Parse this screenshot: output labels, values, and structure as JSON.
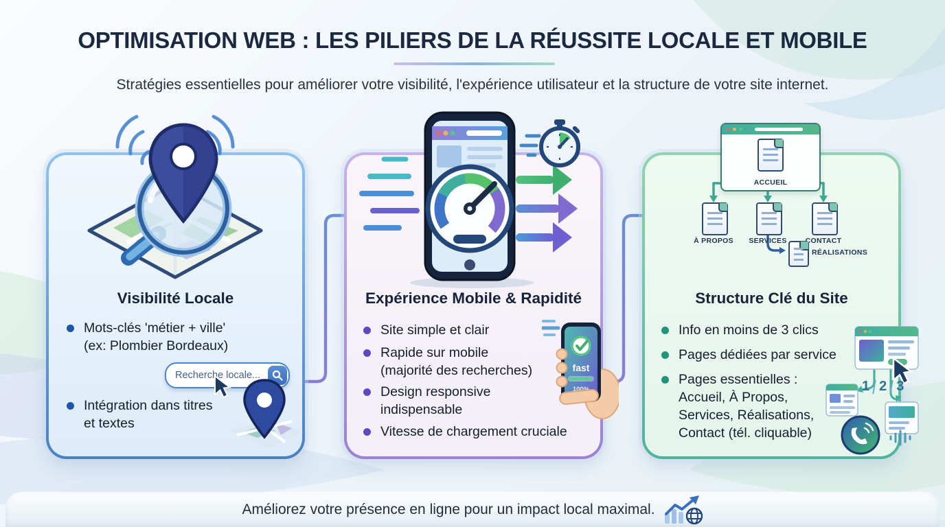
{
  "header": {
    "title": "OPTIMISATION WEB : LES PILIERS DE LA RÉUSSITE LOCALE ET MOBILE",
    "subtitle": "Stratégies essentielles pour améliorer votre visibilité, l'expérience utilisateur et la structure de votre site internet."
  },
  "cards": [
    {
      "title": "Visibilité Locale",
      "accent": "#2f6bbf",
      "bullets": [
        "Mots-clés 'métier + ville'\n(ex: Plombier Bordeaux)",
        "Intégration dans titres\net textes"
      ],
      "search": {
        "placeholder": "Recherche locale..."
      }
    },
    {
      "title": "Expérience Mobile & Rapidité",
      "accent": "#6f52c9",
      "bullets": [
        "Site simple et clair",
        "Rapide sur mobile\n(majorité des recherches)",
        "Design responsive\nindispensable",
        "Vitesse de chargement cruciale"
      ],
      "phone": {
        "label": "fast",
        "percent": "100%"
      }
    },
    {
      "title": "Structure Clé du Site",
      "accent": "#1f9478",
      "bullets": [
        "Info en moins de 3 clics",
        "Pages dédiées par service",
        "Pages essentielles :\nAccueil, À Propos,\nServices, Réalisations,\nContact (tél. cliquable)"
      ],
      "sitemap": {
        "root": "ACCUEIL",
        "children": [
          "À PROPOS",
          "SERVICES",
          "CONTACT"
        ],
        "sub": "RÉALISATIONS"
      },
      "steps": [
        "1",
        "2",
        "3"
      ]
    }
  ],
  "footer": {
    "text": "Améliorez votre présence en ligne pour un impact local maximal."
  }
}
